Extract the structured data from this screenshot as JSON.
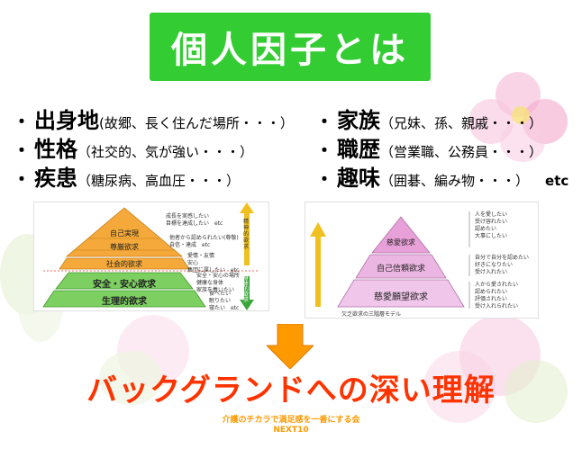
{
  "title": "個人因子とは",
  "factors_left": [
    {
      "main": "出身地",
      "detail": "(故郷、長く住んだ場所・・・）"
    },
    {
      "main": "性格",
      "detail": "（社交的、気が強い・・・）"
    },
    {
      "main": "疾患",
      "detail": "（糖尿病、高血圧・・・）"
    }
  ],
  "factors_right": [
    {
      "main": "家族",
      "detail": "（兄妹、孫、親戚・・・）"
    },
    {
      "main": "職歴",
      "detail": "（営業職、公務員・・・）"
    },
    {
      "main": "趣味",
      "detail": "（囲碁、編み物・・・）"
    }
  ],
  "bullet": "・",
  "etc": "etc",
  "maslow": {
    "levels": [
      "自己実現",
      "尊厳欲求",
      "社会的欲求",
      "安全・安心欲求",
      "生理的欲求"
    ],
    "notes": [
      [
        "成長を実感したい",
        "目標を達成したい　etc"
      ],
      [
        "他者から認められたい(尊敬)",
        "自信・達成　etc"
      ],
      [
        "愛情・友情",
        "安心",
        "集団に属したい　etc"
      ],
      [
        "安全・安心の場所",
        "健康な身体",
        "家族を養いたい"
      ],
      [
        "食べたい",
        "眠りたい",
        "寝たい　etc"
      ]
    ],
    "arrow_top": "精神的欲求",
    "arrow_bottom": "身体的欲求"
  },
  "love": {
    "levels": [
      "慈愛欲求",
      "自己信頼欲求",
      "慈愛願望欲求"
    ],
    "notes": [
      [
        "人を愛したい",
        "受け容れたい",
        "認めたい",
        "大事にしたい"
      ],
      [
        "自分で自分を認めたい",
        "好きになりたい",
        "受け入れたい"
      ],
      [
        "人から愛されたい",
        "認められたい",
        "評価されたい",
        "受け入れられたい"
      ]
    ],
    "caption": "欠乏欲求の三階層モデル"
  },
  "conclusion": "バックグランドへの深い理解",
  "footer": {
    "line1": "介護のチカラで満足感を一番にする会",
    "line2": "NEXT10"
  },
  "colors": {
    "title_bg": "#33cc33",
    "conclusion": "#ff3300",
    "footer": "#ff9900",
    "arrow": "#ff9900"
  }
}
